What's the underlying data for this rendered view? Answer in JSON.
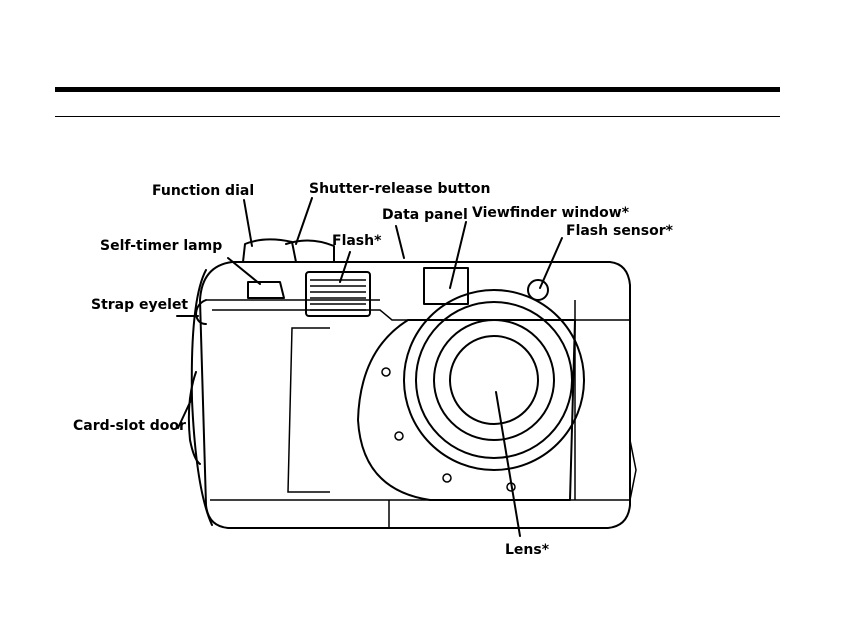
{
  "labels": {
    "function_dial": "Function dial",
    "shutter_release": "Shutter-release button",
    "data_panel": "Data panel",
    "viewfinder_window": "Viewfinder window*",
    "flash_sensor": "Flash sensor*",
    "self_timer": "Self-timer lamp",
    "flash": "Flash*",
    "strap_eyelet": "Strap eyelet",
    "card_slot": "Card-slot door",
    "lens": "Lens*"
  },
  "colors": {
    "ink": "#000000",
    "paper": "#ffffff"
  }
}
